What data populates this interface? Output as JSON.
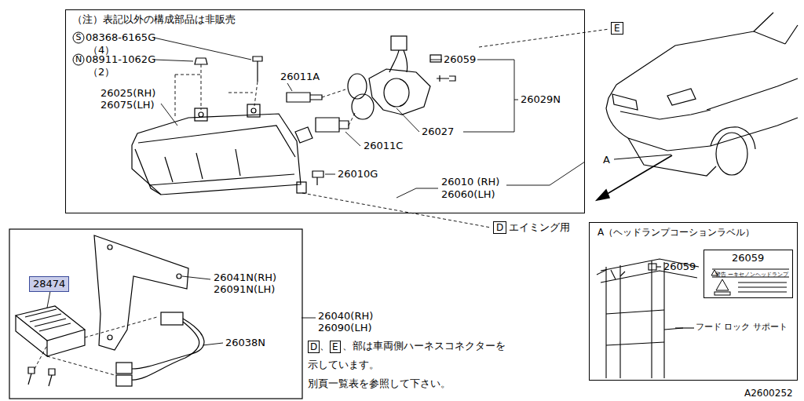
{
  "diagram": {
    "nodes": [
      {
        "text": [
          "（注）表記以外の構成部品は非販売"
        ]
      },
      {
        "text": [
          "28474"
        ]
      },
      {
        "text": [
          "E"
        ]
      },
      {
        "text": [
          "D"
        ]
      },
      {
        "text": [
          "A（ヘッドランプコーションラベル）"
        ]
      },
      {
        "text": [
          "26059",
          "警告 ーキセノンヘッドランプ"
        ],
        "in": 4
      },
      {
        "text": [
          "D"
        ]
      },
      {
        "text": [
          "E"
        ]
      }
    ],
    "labels": [
      "S",
      "08368-6165G",
      "（4）",
      "N",
      "08911-1062G",
      "（2）",
      "26011A",
      "26025(RH)",
      "26075(LH)",
      "26059",
      "26029N",
      "26027",
      "26011C",
      "26010G",
      "26010 (RH)",
      "26060(LH)",
      "エイミング用",
      "26041N(RH)",
      "26091N(LH)",
      "26040(RH)",
      "26090(LH)",
      "26038N",
      "、",
      "、部は車両側ハーネスコネクターを",
      "示しています。",
      "別頁一覧表を参照して下さい。",
      "A",
      "26059",
      "フード ロック サポート",
      "A2600252"
    ]
  }
}
